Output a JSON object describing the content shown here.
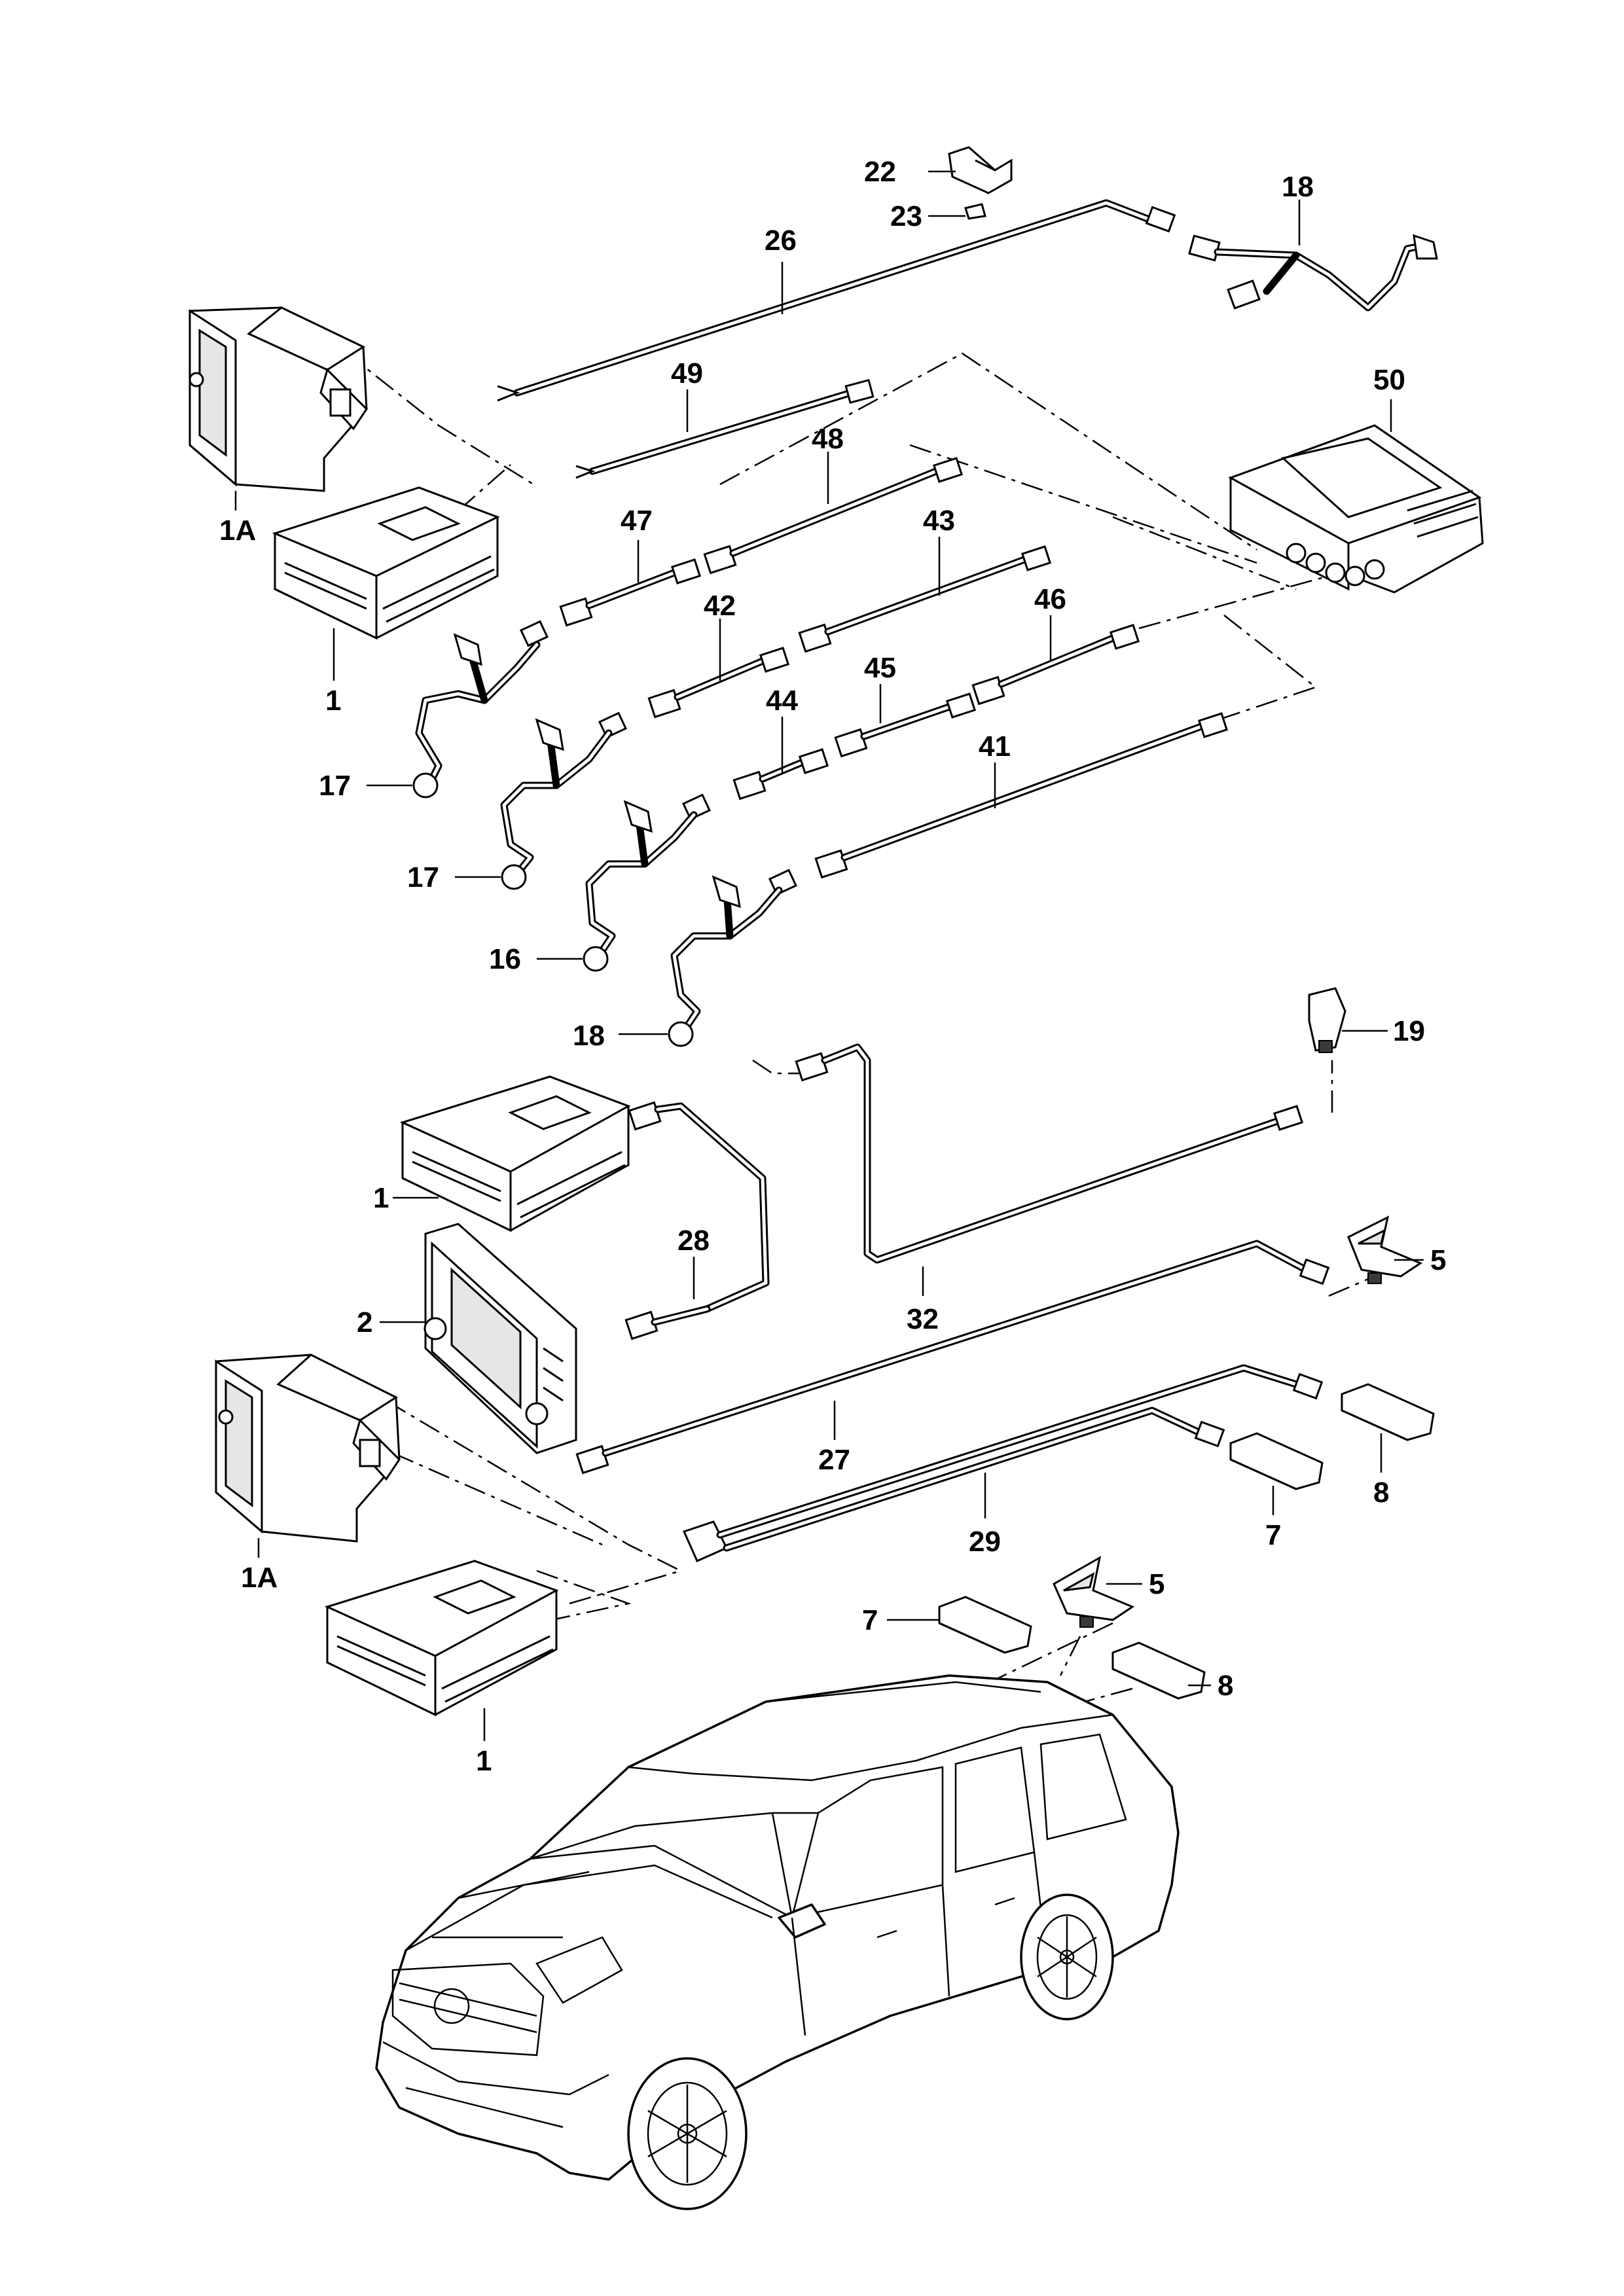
{
  "callouts": {
    "c1a_top": "1A",
    "c1_top": "1",
    "c17_a": "17",
    "c17_b": "17",
    "c16": "16",
    "c18_bottom": "18",
    "c18_top": "18",
    "c22": "22",
    "c23": "23",
    "c26": "26",
    "c49": "49",
    "c48": "48",
    "c47": "47",
    "c43": "43",
    "c42": "42",
    "c46": "46",
    "c44": "44",
    "c45": "45",
    "c41": "41",
    "c50": "50",
    "c19": "19",
    "c1_mid": "1",
    "c28": "28",
    "c2": "2",
    "c32": "32",
    "c5_top": "5",
    "c27": "27",
    "c8_top": "8",
    "c29": "29",
    "c7_top": "7",
    "c1a_bottom": "1A",
    "c5_bottom": "5",
    "c7_bottom": "7",
    "c8_bottom": "8",
    "c1_bottom": "1"
  }
}
